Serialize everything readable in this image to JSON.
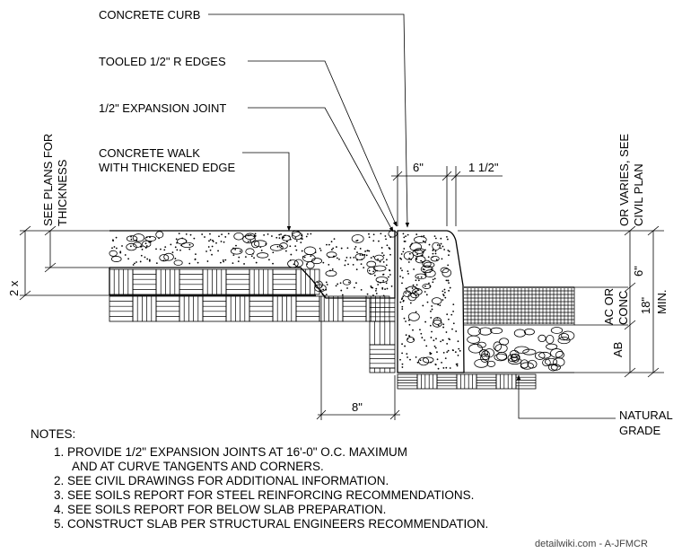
{
  "callouts": {
    "curb": "CONCRETE CURB",
    "edges": "TOOLED 1/2\" R EDGES",
    "joint": "1/2\" EXPANSION JOINT",
    "walk_line1": "CONCRETE WALK",
    "walk_line2": "WITH THICKENED EDGE",
    "natural_line1": "NATURAL",
    "natural_line2": "GRADE"
  },
  "side_labels": {
    "see_plans_line1": "SEE PLANS FOR",
    "see_plans_line2": "THICKNESS",
    "or_varies_line1": "OR VARIES, SEE",
    "or_varies_line2": "CIVIL PLAN",
    "two_x": "2 x",
    "ac_line1": "AC OR",
    "ac_line2": "CONC",
    "six_in_vertical": "6\"",
    "ab": "AB",
    "eighteen_line1": "18\"",
    "eighteen_line2": "MIN."
  },
  "dimensions": {
    "curb_width": "6\"",
    "batter": "1 1/2\"",
    "thickened_edge": "8\""
  },
  "notes": {
    "heading": "NOTES:",
    "items": [
      "1. PROVIDE 1/2\" EXPANSION JOINTS AT 16'-0\" O.C. MAXIMUM",
      "AND AT CURVE TANGENTS AND CORNERS.",
      "2. SEE CIVIL DRAWINGS FOR ADDITIONAL INFORMATION.",
      "3. SEE SOILS REPORT FOR STEEL REINFORCING RECOMMENDATIONS.",
      "4. SEE SOILS REPORT FOR BELOW SLAB PREPARATION.",
      "5. CONSTRUCT SLAB PER STRUCTURAL ENGINEERS RECOMMENDATION."
    ]
  },
  "credit": "detailwiki.com - A-JFMCR"
}
